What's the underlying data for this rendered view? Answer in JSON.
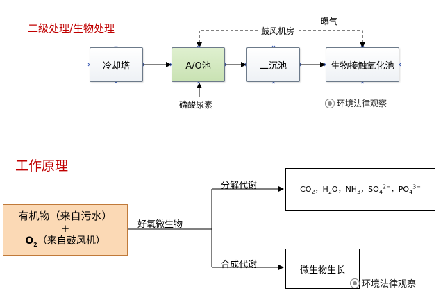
{
  "top": {
    "title": "二级处理/生物处理",
    "boxes": {
      "cooling": "冷却塔",
      "ao": "A/O池",
      "sec_clar": "二沉池",
      "contact_ox": "生物接触氧化池"
    },
    "blower_label": "鼓风机房",
    "aeration_label": "曝气",
    "phos_label": "磷酸尿素",
    "watermark": "环境法律观察"
  },
  "bottom": {
    "title": "工作原理",
    "source_line1": "有机物（来自污水）",
    "source_plus": "+",
    "source_o2_main": "O",
    "source_o2_sub": "2",
    "source_o2_rest": "（来自鼓风机）",
    "aerobic_label": "好氧微生物",
    "decomp_label": "分解代谢",
    "synth_label": "合成代谢",
    "products": {
      "co2": "CO",
      "co2_sub": "2",
      "h2o_a": "H",
      "h2o_sub": "2",
      "h2o_b": "O",
      "nh3_a": "NH",
      "nh3_sub": "3",
      "so4_a": "SO",
      "so4_sub": "4",
      "so4_sup": "2−",
      "po4_a": "PO",
      "po4_sub": "4",
      "po4_sup": "3−",
      "sep": "，"
    },
    "growth_label": "微生物生长",
    "watermark": "环境法律观察"
  },
  "colors": {
    "title_red": "#c00000",
    "ao_green": "#c9e2b3",
    "orange": "#fbd9b5"
  }
}
